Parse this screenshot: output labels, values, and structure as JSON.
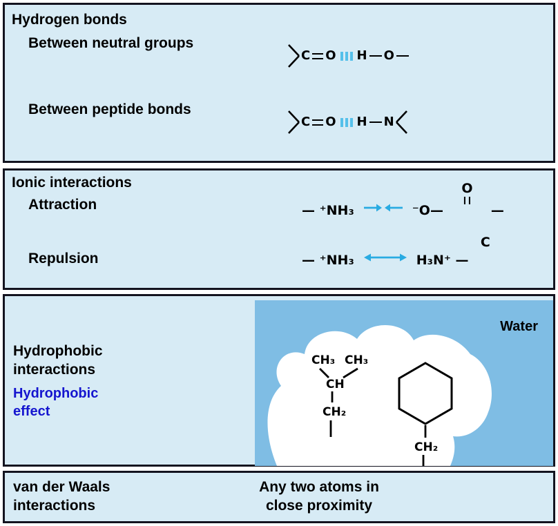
{
  "colors": {
    "panel_bg": "#d7ebf5",
    "panel_border": "#13131f",
    "water_blue": "#7fbde4",
    "arrow_cyan": "#29abe2",
    "hbond_dot_cyan": "#55c0ea",
    "effect_blue": "#1515cf",
    "text": "#000000"
  },
  "icons": {
    "hydrogen_bond_dots": "three-cyan-bars",
    "attraction_arrows": "opposing-cyan-arrows",
    "repulsion_arrow": "double-headed-cyan-arrow",
    "carbon_fork": "two-angled-bond-lines",
    "benzene_ring": "hexagon-outline"
  },
  "hydrogen_panel": {
    "title": "Hydrogen bonds",
    "neutral_label": "Between neutral groups",
    "peptide_label": "Between peptide bonds",
    "neutral": {
      "c": "C",
      "o": "O",
      "h": "H",
      "x": "O"
    },
    "peptide": {
      "c": "C",
      "o": "O",
      "h": "H",
      "x": "N"
    }
  },
  "ionic_panel": {
    "title": "Ionic interactions",
    "attraction_label": "Attraction",
    "repulsion_label": "Repulsion",
    "attraction": {
      "left": "— ⁺NH₃",
      "mid": "⁻O—",
      "c": "C",
      "o": "O",
      "tail": "—"
    },
    "repulsion": {
      "left": "— ⁺NH₃",
      "right": "H₃N⁺ —"
    }
  },
  "hydrophobic_panel": {
    "interactions_line1": "Hydrophobic",
    "interactions_line2": "interactions",
    "effect_line1": "Hydrophobic",
    "effect_line2": "effect",
    "water_label": "Water",
    "alkyl": {
      "ch3_left": "CH₃",
      "ch3_right": "CH₃",
      "ch": "CH",
      "ch2": "CH₂"
    },
    "ring": {
      "ch2": "CH₂"
    }
  },
  "vdw_panel": {
    "name_line1": "van der Waals",
    "name_line2": "interactions",
    "desc_line1": "Any two atoms in",
    "desc_line2": "close proximity"
  }
}
